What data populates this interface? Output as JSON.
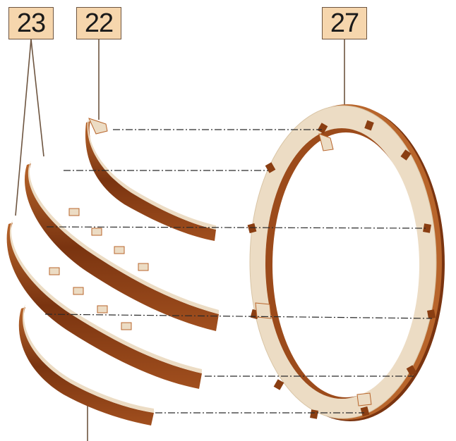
{
  "labels": {
    "part_23": "23",
    "part_22": "22",
    "part_27": "27"
  },
  "colors": {
    "label_fill": "#f6d6ad",
    "label_border": "#6e5540",
    "wood_face": "#ecdcc4",
    "wood_edge": "#a2521f",
    "wood_dark": "#6b2c0c",
    "leader": "#6e5540"
  }
}
